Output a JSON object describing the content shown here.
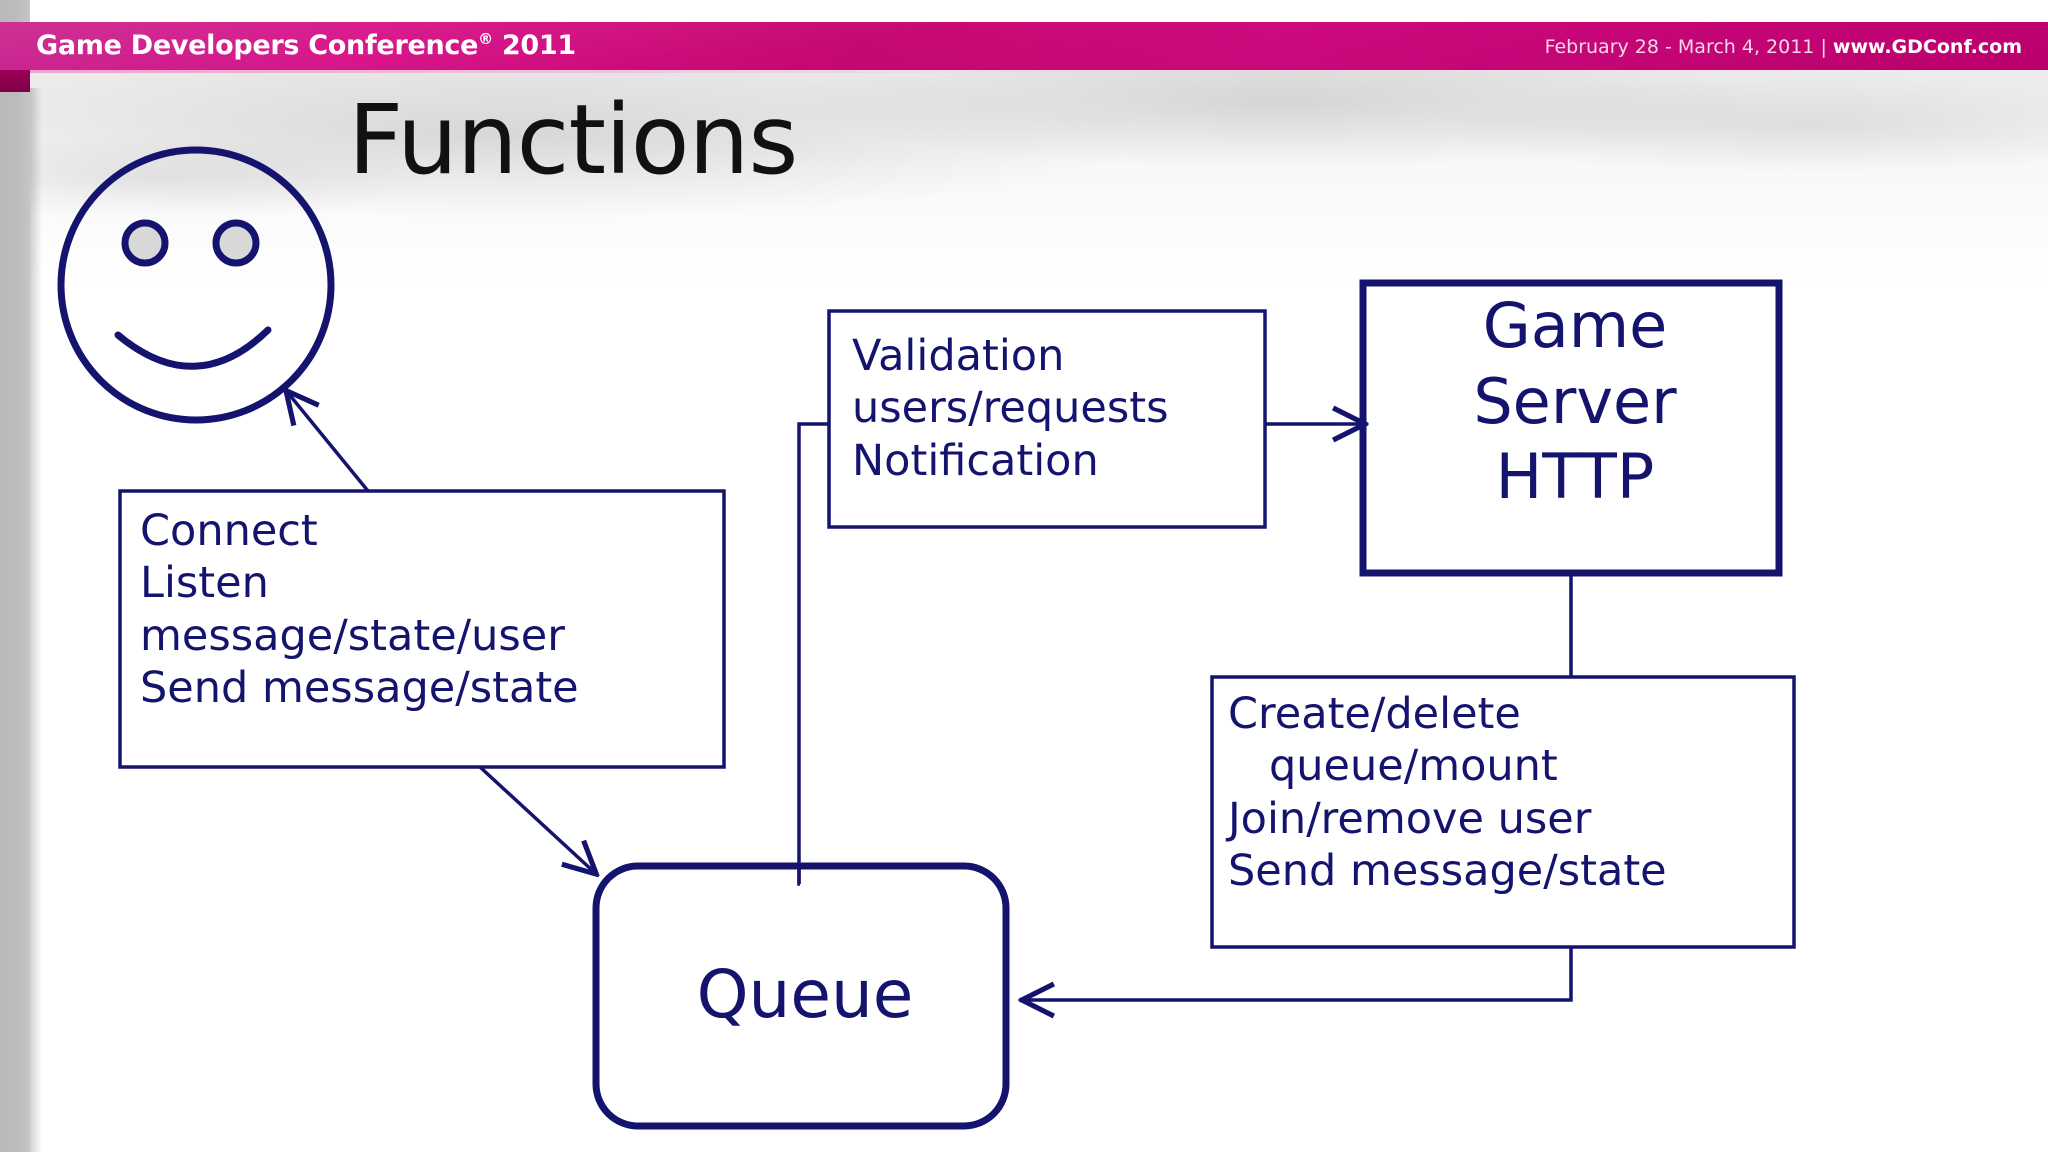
{
  "header": {
    "brand": "Game Developers Conference",
    "registered_mark": "®",
    "year": "2011",
    "dates": "February 28 - March 4, 2011",
    "separator": "|",
    "url": "www.GDConf.com",
    "band_color": "#cf0079",
    "text_color": "#ffffff"
  },
  "slide": {
    "title": "Functions",
    "title_color": "#111111",
    "background_color": "#ffffff",
    "accent_color": "#14146e"
  },
  "diagram": {
    "type": "flow-diagram",
    "stroke_color": "#14146e",
    "nodes": [
      {
        "id": "client-smiley",
        "name": "smiley-face",
        "shape": "circle",
        "label": "",
        "eye_fill": "#d8d8d8"
      },
      {
        "id": "client-functions",
        "name": "client-functions-box",
        "shape": "rect",
        "lines": [
          "Connect",
          "Listen",
          "message/state/user",
          "Send message/state"
        ]
      },
      {
        "id": "validation",
        "name": "validation-box",
        "shape": "rect",
        "lines": [
          "Validation",
          "users/requests",
          "Notification"
        ]
      },
      {
        "id": "game-server",
        "name": "game-server-box",
        "shape": "rect-thick",
        "lines": [
          "Game",
          "Server",
          "HTTP"
        ]
      },
      {
        "id": "server-functions",
        "name": "server-functions-box",
        "shape": "rect",
        "lines": [
          "Create/delete",
          "   queue/mount",
          "Join/remove user",
          "Send message/state"
        ]
      },
      {
        "id": "queue",
        "name": "queue-box",
        "shape": "rounded-rect-thick",
        "lines": [
          "Queue"
        ]
      }
    ],
    "edges": [
      {
        "from": "client-functions",
        "to": "client-smiley",
        "arrow": true
      },
      {
        "from": "client-functions",
        "to": "queue",
        "arrow": true
      },
      {
        "from": "validation",
        "to": "game-server",
        "arrow": true
      },
      {
        "from": "validation",
        "to": "queue",
        "arrow": false
      },
      {
        "from": "game-server",
        "to": "server-functions",
        "arrow": false
      },
      {
        "from": "server-functions",
        "to": "queue",
        "arrow": true
      }
    ]
  },
  "text": {
    "connect_box": "Connect\nListen\nmessage/state/user\nSend message/state",
    "validation_box": "Validation\nusers/requests\nNotification",
    "game_server_box": "Game\nServer\nHTTP",
    "create_box": "Create/delete\n   queue/mount\nJoin/remove user\nSend message/state",
    "queue_box": "Queue"
  }
}
